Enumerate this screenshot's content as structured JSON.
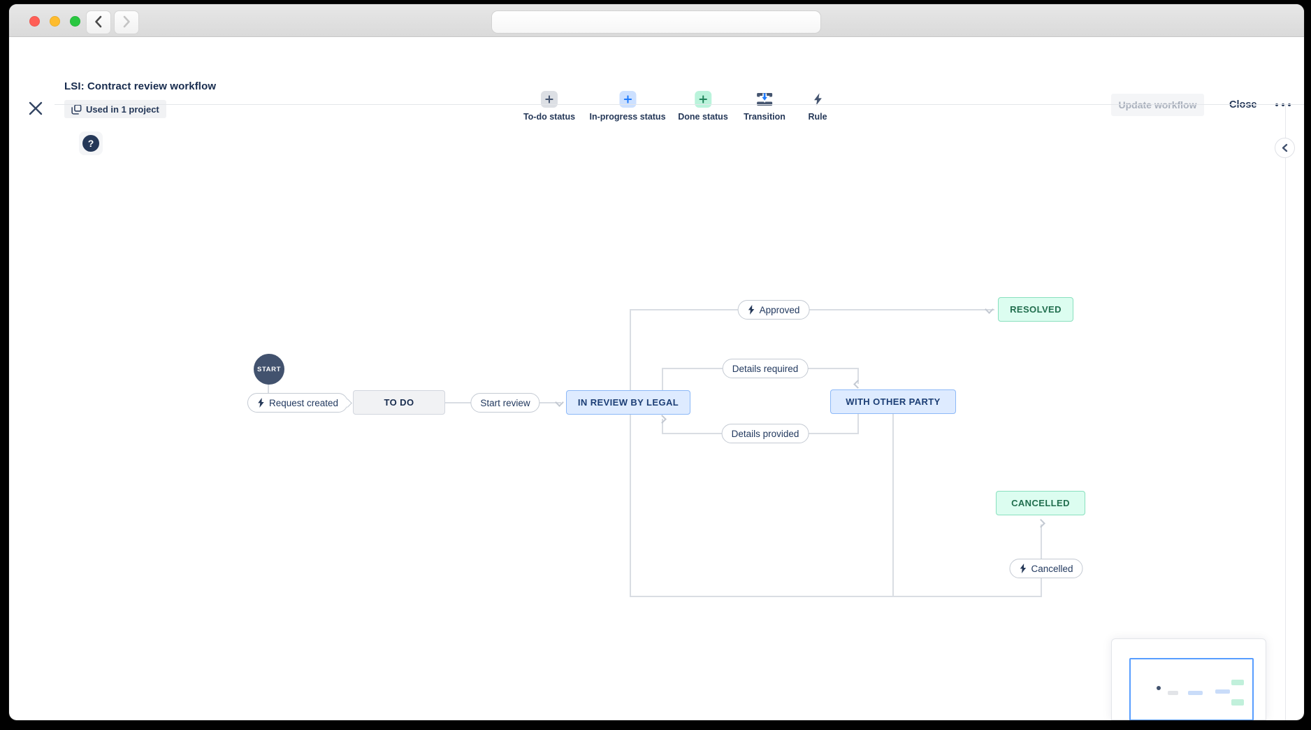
{
  "header": {
    "title": "LSI: Contract review workflow",
    "badge": "Used in 1 project",
    "update_button": "Update workflow",
    "close_button": "Close"
  },
  "toolbar": {
    "items": [
      {
        "label": "To-do status",
        "icon": "plus-icon",
        "bg": "#DCDFE4",
        "fg": "#44546F"
      },
      {
        "label": "In-progress status",
        "icon": "plus-icon",
        "bg": "#CCE0FF",
        "fg": "#1D7AFC"
      },
      {
        "label": "Done status",
        "icon": "plus-icon",
        "bg": "#BAF3DB",
        "fg": "#1F845A"
      },
      {
        "label": "Transition",
        "icon": "transition-icon"
      },
      {
        "label": "Rule",
        "icon": "lightning-icon"
      }
    ]
  },
  "canvas": {
    "help_label": "?",
    "statuses": {
      "start": {
        "label": "START",
        "type": "start"
      },
      "todo": {
        "label": "TO DO",
        "type": "to-do"
      },
      "in_review": {
        "label": "IN REVIEW BY LEGAL",
        "type": "in-progress"
      },
      "with_other_party": {
        "label": "WITH OTHER PARTY",
        "type": "in-progress"
      },
      "resolved": {
        "label": "RESOLVED",
        "type": "done"
      },
      "cancelled": {
        "label": "CANCELLED",
        "type": "done"
      }
    },
    "transitions": {
      "request_created": {
        "label": "Request created",
        "has_rule": true
      },
      "start_review": {
        "label": "Start review",
        "has_rule": false
      },
      "approved": {
        "label": "Approved",
        "has_rule": true
      },
      "details_required": {
        "label": "Details required",
        "has_rule": false
      },
      "details_provided": {
        "label": "Details provided",
        "has_rule": false
      },
      "cancelled": {
        "label": "Cancelled",
        "has_rule": true
      }
    }
  },
  "colors": {
    "text_primary": "#172B4D",
    "todo_bg": "#F1F2F4",
    "todo_border": "#D2D6DE",
    "inprogress_bg": "#DEEBFF",
    "inprogress_border": "#8CB8F7",
    "done_bg": "#DCFDF0",
    "done_border": "#89E0BE",
    "done_text": "#216E4E",
    "start_node_bg": "#42526E",
    "connector": "#D9DDE3",
    "minimap_viewport_border": "#579DFF",
    "traffic_red": "#FF5F57",
    "traffic_yellow": "#FEBC2E",
    "traffic_green": "#29C740"
  }
}
